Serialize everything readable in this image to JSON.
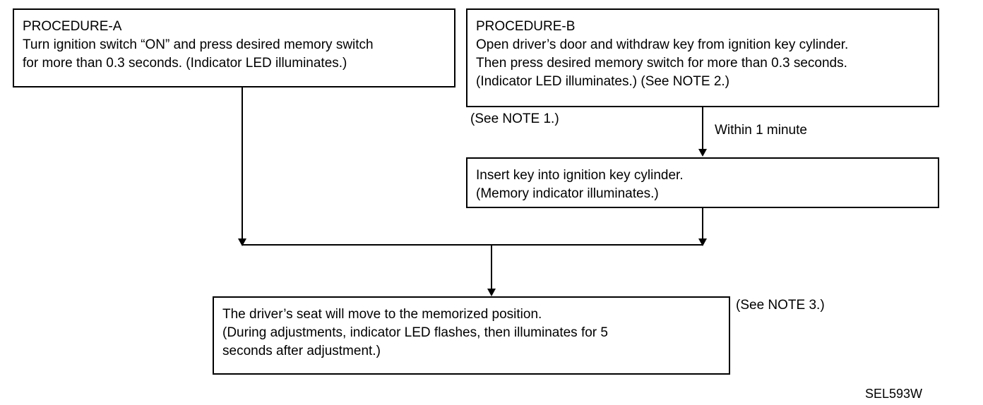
{
  "procedure_a": {
    "title": "PROCEDURE-A",
    "lines": [
      "Turn ignition switch “ON” and press desired memory switch",
      "for more than 0.3 seconds. (Indicator LED illuminates.)"
    ]
  },
  "procedure_b": {
    "title": "PROCEDURE-B",
    "lines": [
      "Open driver’s door and withdraw key from ignition key cylinder.",
      "Then press desired memory switch for more than 0.3 seconds.",
      "(Indicator LED illuminates.) (See NOTE 2.)"
    ]
  },
  "note1": "(See NOTE 1.)",
  "within_label": "Within 1 minute",
  "insert_step": {
    "lines": [
      "Insert key into ignition key cylinder.",
      "(Memory indicator illuminates.)"
    ]
  },
  "result_step": {
    "lines": [
      "The driver’s seat will move to the memorized position.",
      "(During adjustments, indicator LED flashes, then illuminates for 5",
      "seconds after adjustment.)"
    ]
  },
  "note3": "(See NOTE 3.)",
  "figure_code": "SEL593W"
}
